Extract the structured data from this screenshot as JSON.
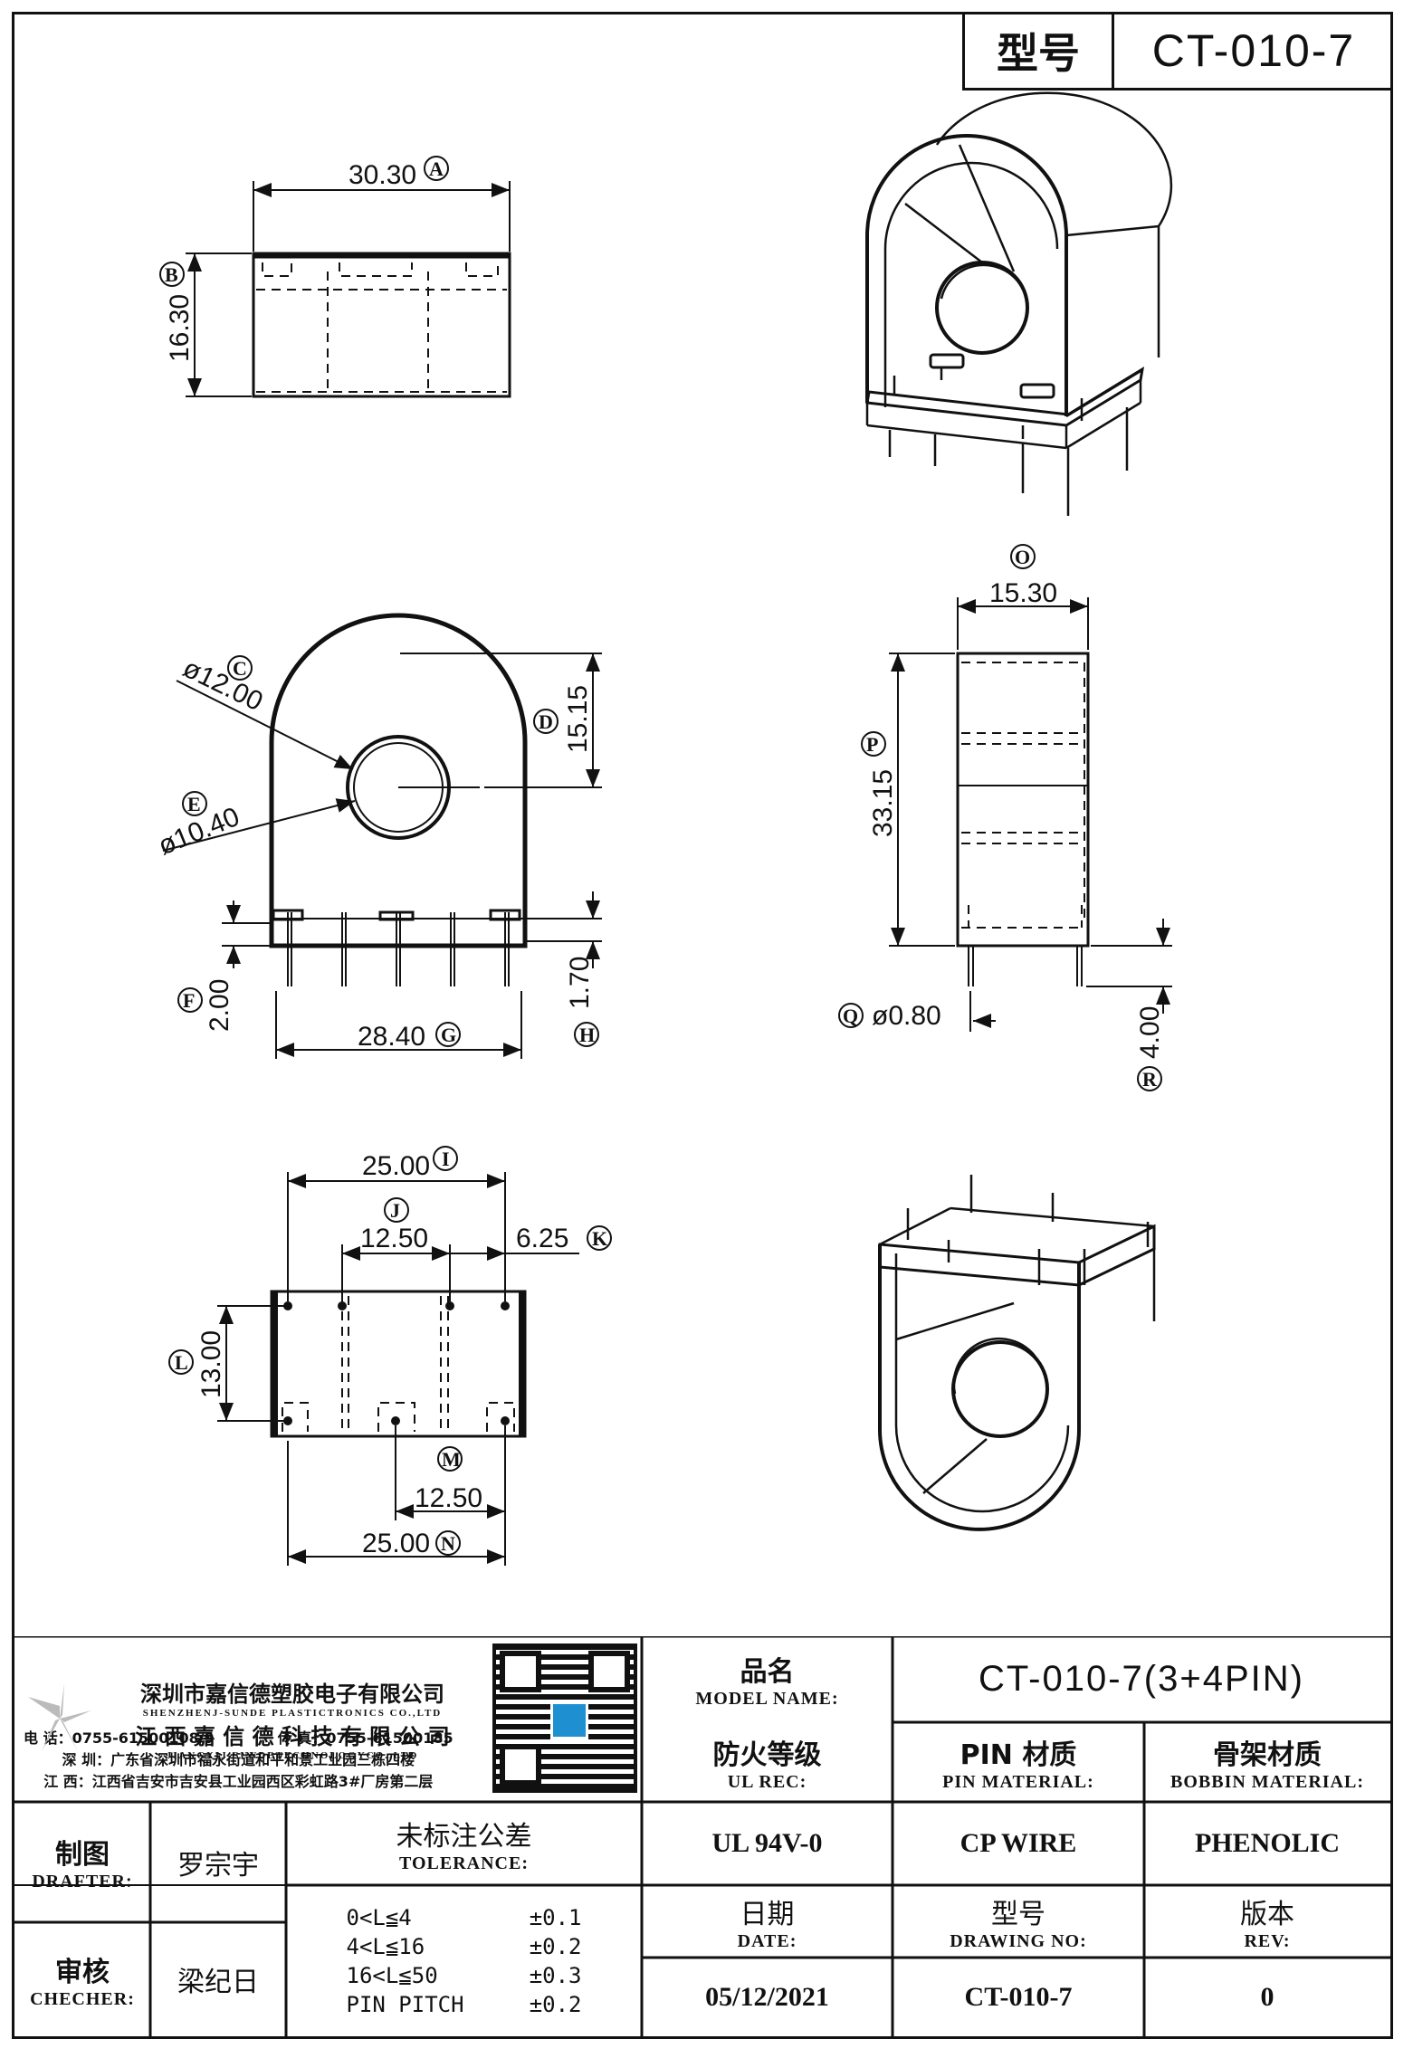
{
  "header": {
    "model_label": "型号",
    "model_value": "CT-010-7"
  },
  "dimensions": {
    "A": "30.30",
    "B": "16.30",
    "C": "ø12.00",
    "D": "15.15",
    "E": "ø10.40",
    "F": "2.00",
    "G": "28.40",
    "H": "1.70",
    "I": "25.00",
    "J": "12.50",
    "K": "6.25",
    "L": "13.00",
    "M": "12.50",
    "N": "25.00",
    "O": "15.30",
    "P": "33.15",
    "Q": "ø0.80",
    "R": "4.00"
  },
  "markers": [
    "A",
    "B",
    "C",
    "D",
    "E",
    "F",
    "G",
    "H",
    "I",
    "J",
    "K",
    "L",
    "M",
    "N",
    "O",
    "P",
    "Q",
    "R"
  ],
  "company": {
    "name_sz": "深圳市嘉信德塑胶电子有限公司",
    "name_sz_en": "SHENZHENJ-SUNDE PLASTICTRONICS CO.,LTD",
    "name_jx": "江 西 嘉 信 德 科 技 有 限 公 司",
    "name_jx_en": "JIANGXIJ-SUNDETECHNOLOGYCO.,LTD",
    "phone": "电 话：0755-61500108/9",
    "fax": "传 真：0755-61500185",
    "addr_sz": "深 圳：广东省深圳市福永街道和平和景工业园三栋四楼",
    "addr_jx": "江 西：江西省吉安市吉安县工业园西区彩虹路3#厂房第二层"
  },
  "title_block": {
    "model_name_cn": "品名",
    "model_name_en": "MODEL NAME:",
    "model_name_value": "CT-010-7(3+4PIN)",
    "ul_cn": "防火等级",
    "ul_en": "UL REC:",
    "ul_value": "UL 94V-0",
    "pin_cn": "PIN 材质",
    "pin_en": "PIN MATERIAL:",
    "pin_value": "CP WIRE",
    "bobbin_cn": "骨架材质",
    "bobbin_en": "BOBBIN MATERIAL:",
    "bobbin_value": "PHENOLIC",
    "drafter_cn": "制图",
    "drafter_en": "DRAFTER:",
    "drafter_value": "罗宗宇",
    "checker_cn": "审核",
    "checker_en": "CHECHER:",
    "checker_value": "梁纪日",
    "tolerance_cn": "未标注公差",
    "tolerance_en": "TOLERANCE:",
    "tolerances": [
      {
        "range": "0<L≦4",
        "value": "±0.1"
      },
      {
        "range": "4<L≦16",
        "value": "±0.2"
      },
      {
        "range": "16<L≦50",
        "value": "±0.3"
      },
      {
        "range": "PIN PITCH",
        "value": "±0.2"
      }
    ],
    "date_cn": "日期",
    "date_en": "DATE:",
    "date_value": "05/12/2021",
    "drawing_cn": "型号",
    "drawing_en": "DRAWING NO:",
    "drawing_value": "CT-010-7",
    "rev_cn": "版本",
    "rev_en": "REV:",
    "rev_value": "0"
  }
}
